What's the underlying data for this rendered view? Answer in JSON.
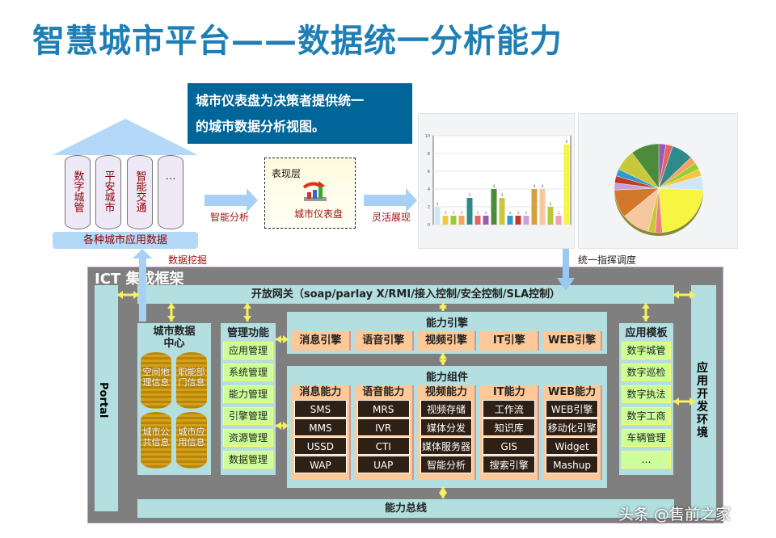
{
  "title": "智慧城市平台——数据统一分析能力",
  "callout": {
    "line1": "城市仪表盘为决策者提供统一",
    "line2": "的城市数据分析视图。"
  },
  "apps": [
    "数字城管",
    "平安城市",
    "智能交通",
    "…"
  ],
  "app_data_label": "各种城市应用数据",
  "arrow_labels": {
    "analysis": "智能分析",
    "display": "灵活展现",
    "mining": "数据挖掘",
    "dispatch": "统一指挥调度"
  },
  "presentation": {
    "layer": "表现层",
    "dashboard": "城市仪表盘"
  },
  "chart_data": [
    {
      "type": "bar",
      "title": "",
      "values": [
        2,
        1,
        1,
        1,
        3,
        1,
        1,
        4,
        3,
        1,
        1,
        1,
        4,
        4,
        2,
        1,
        9
      ],
      "ylim": [
        0,
        10
      ],
      "colors": [
        "#cfe6f7",
        "#f5c542",
        "#9acd32",
        "#f4a460",
        "#2e8b8b",
        "#e06666",
        "#9b59b6",
        "#4b8b3b",
        "#c8c83a",
        "#3399cc",
        "#c0392b",
        "#c9a0dc",
        "#d4a040",
        "#f5c8a0",
        "#b5c93a",
        "#f4a0b0",
        "#f5f542"
      ]
    },
    {
      "type": "pie",
      "title": "",
      "values": [
        1,
        1,
        3,
        1,
        1,
        1,
        2,
        9,
        1,
        1,
        4,
        4,
        1,
        1,
        1,
        3,
        4
      ],
      "colors": [
        "#9b59b6",
        "#e06666",
        "#2e8b8b",
        "#f4a460",
        "#9acd32",
        "#f5c542",
        "#cfe6f7",
        "#f5f542",
        "#f08080",
        "#c8c83a",
        "#f5c8a0",
        "#d2782a",
        "#c9a0dc",
        "#c0392b",
        "#3399cc",
        "#c8c83a",
        "#4b8b3b"
      ]
    }
  ],
  "ict": {
    "title": "ICT 集成框架",
    "portal": "Portal",
    "gateway": "开放网关（soap/parlay X/RMI/接入控制/安全控制/SLA控制）",
    "dev_env": "应用开发环境",
    "bus": "能力总线",
    "data_center": {
      "title": "城市数据中心",
      "items": [
        "空间地理信息",
        "职能部门信息",
        "城市公共信息",
        "城市应用信息"
      ]
    },
    "management": {
      "title": "管理功能",
      "items": [
        "应用管理",
        "系统管理",
        "能力管理",
        "引擎管理",
        "资源管理",
        "数据管理"
      ]
    },
    "engines": {
      "title": "能力引擎",
      "items": [
        "消息引擎",
        "语音引擎",
        "视频引擎",
        "IT引擎",
        "WEB引擎"
      ]
    },
    "components": {
      "title": "能力组件",
      "groups": [
        {
          "title": "消息能力",
          "items": [
            "SMS",
            "MMS",
            "USSD",
            "WAP"
          ]
        },
        {
          "title": "语音能力",
          "items": [
            "MRS",
            "IVR",
            "CTI",
            "UAP"
          ]
        },
        {
          "title": "视频能力",
          "items": [
            "视频存储",
            "媒体分发",
            "媒体服务器",
            "智能分析"
          ]
        },
        {
          "title": "IT能力",
          "items": [
            "工作流",
            "知识库",
            "GIS",
            "搜索引擎"
          ]
        },
        {
          "title": "WEB能力",
          "items": [
            "WEB引擎",
            "移动化引擎",
            "Widget",
            "Mashup"
          ]
        }
      ]
    },
    "templates": {
      "title": "应用模板",
      "items": [
        "数字城管",
        "数字巡检",
        "数字执法",
        "数字工商",
        "车辆管理",
        "…"
      ]
    }
  },
  "watermark": "头条 @售前之家"
}
